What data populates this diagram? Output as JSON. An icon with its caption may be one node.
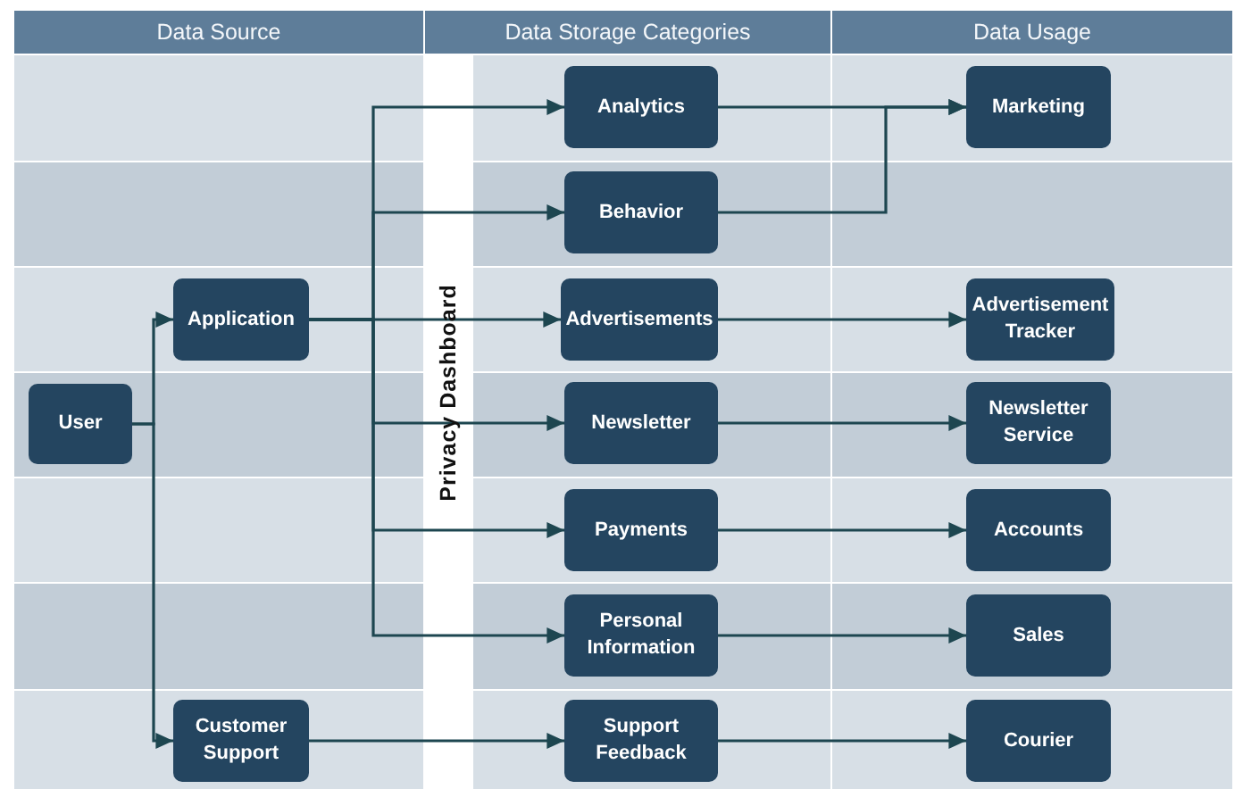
{
  "diagram": {
    "nodes": [
      {
        "text": [
          "User"
        ]
      },
      {
        "text": [
          "Application"
        ]
      },
      {
        "text": [
          "Customer Support"
        ]
      },
      {
        "text": [
          "Analytics"
        ]
      },
      {
        "text": [
          "Behavior"
        ]
      },
      {
        "text": [
          "Advertisements"
        ]
      },
      {
        "text": [
          "Newsletter"
        ]
      },
      {
        "text": [
          "Payments"
        ]
      },
      {
        "text": [
          "Personal Information"
        ]
      },
      {
        "text": [
          "Support Feedback"
        ]
      },
      {
        "text": [
          "Marketing"
        ]
      },
      {
        "text": [
          "Advertisement Tracker"
        ]
      },
      {
        "text": [
          "Newsletter Service"
        ]
      },
      {
        "text": [
          "Accounts"
        ]
      },
      {
        "text": [
          "Sales"
        ]
      },
      {
        "text": [
          "Courier"
        ]
      }
    ],
    "edges": [
      {
        "from": 0,
        "to": 1,
        "arrow": "to"
      },
      {
        "from": 0,
        "to": 2,
        "arrow": "to"
      },
      {
        "from": 1,
        "to": 3,
        "arrow": "to"
      },
      {
        "from": 1,
        "to": 4,
        "arrow": "to"
      },
      {
        "from": 1,
        "to": 5,
        "arrow": "to"
      },
      {
        "from": 1,
        "to": 6,
        "arrow": "to"
      },
      {
        "from": 1,
        "to": 7,
        "arrow": "to"
      },
      {
        "from": 1,
        "to": 8,
        "arrow": "to"
      },
      {
        "from": 2,
        "to": 9,
        "arrow": "to"
      },
      {
        "from": 3,
        "to": 10,
        "arrow": "to"
      },
      {
        "from": 4,
        "to": 10,
        "arrow": "to"
      },
      {
        "from": 5,
        "to": 11,
        "arrow": "to"
      },
      {
        "from": 6,
        "to": 12,
        "arrow": "to"
      },
      {
        "from": 7,
        "to": 13,
        "arrow": "to"
      },
      {
        "from": 8,
        "to": 14,
        "arrow": "to"
      },
      {
        "from": 9,
        "to": 15,
        "arrow": "to"
      }
    ],
    "labels": [
      "Data Source",
      "Data Storage Categories",
      "Data Usage",
      "Privacy Dashboard"
    ]
  }
}
